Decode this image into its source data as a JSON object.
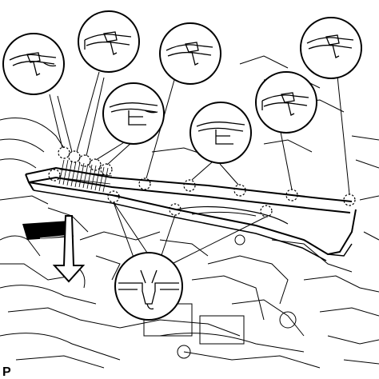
{
  "figure": {
    "corner_label": "P",
    "ink_color": "#000000",
    "background_color": "#ffffff"
  },
  "callouts": [
    {
      "name": "clip-detail-1"
    },
    {
      "name": "clip-detail-2"
    },
    {
      "name": "clip-detail-3"
    },
    {
      "name": "clip-detail-4"
    },
    {
      "name": "clip-detail-5"
    },
    {
      "name": "clip-detail-6"
    },
    {
      "name": "clip-detail-7"
    },
    {
      "name": "claw-detail-bottom"
    }
  ],
  "icons": {
    "direction_arrow": "down-arrow-icon"
  }
}
